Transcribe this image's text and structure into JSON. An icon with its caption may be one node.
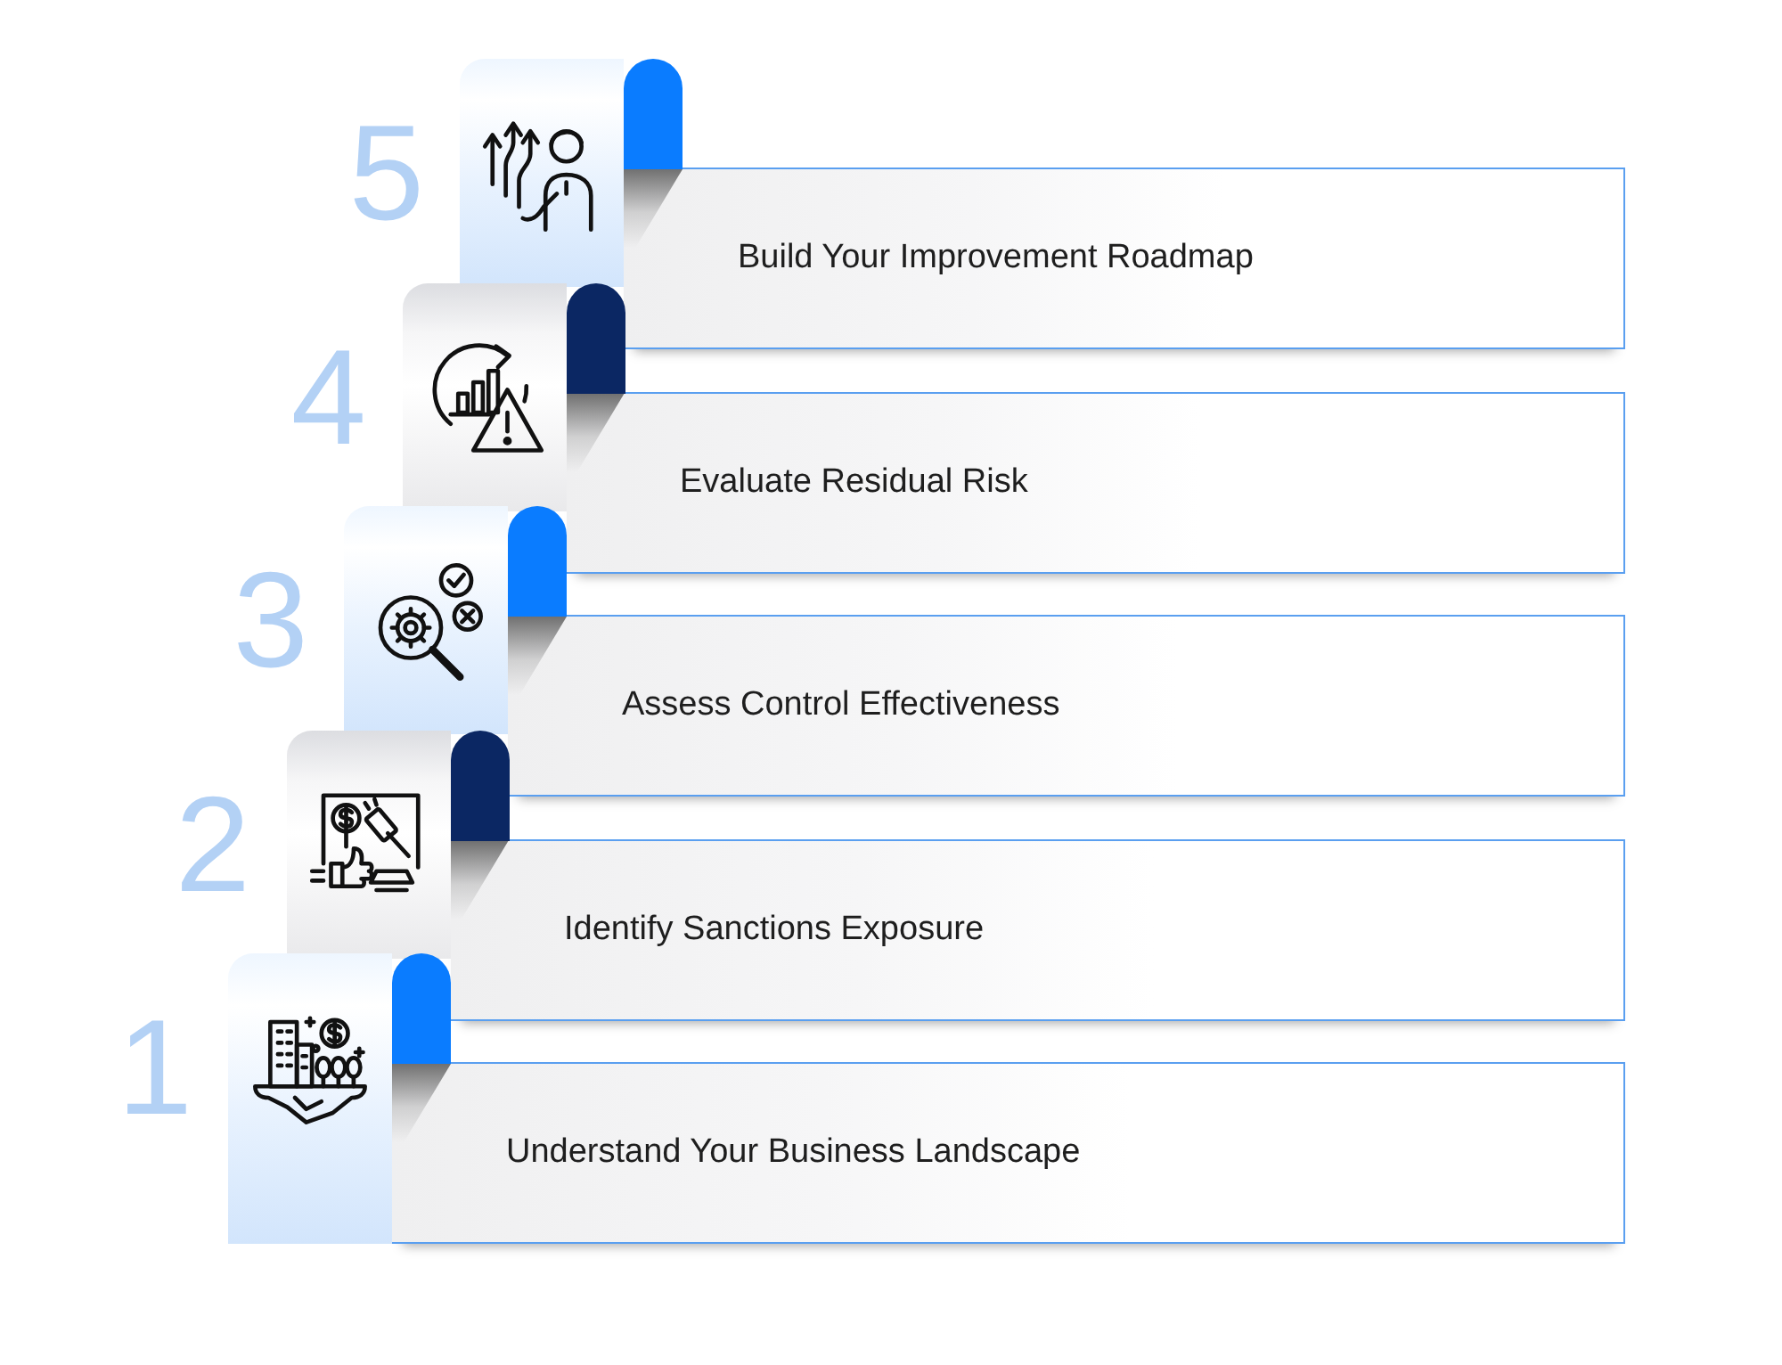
{
  "diagram": {
    "nodes": [
      {
        "text": [
          "Build Your Improvement Roadmap"
        ],
        "beside": [
          "5"
        ]
      },
      {
        "text": [
          "Evaluate Residual Risk"
        ],
        "beside": [
          "4"
        ]
      },
      {
        "text": [
          "Assess Control Effectiveness"
        ],
        "beside": [
          "3"
        ]
      },
      {
        "text": [
          "Identify Sanctions Exposure"
        ],
        "beside": [
          "2"
        ]
      },
      {
        "text": [
          "Understand Your Business Landscape"
        ],
        "beside": [
          "1"
        ]
      }
    ]
  }
}
